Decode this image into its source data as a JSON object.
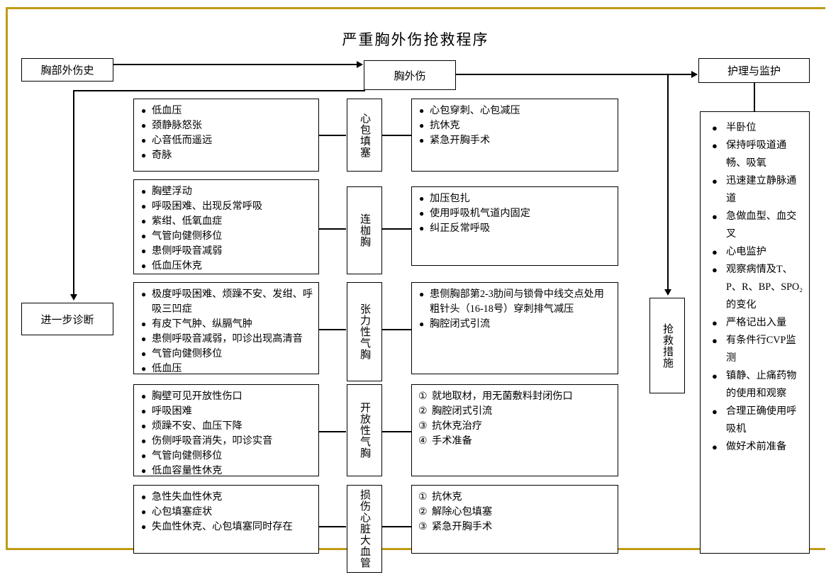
{
  "page": {
    "title": "严重胸外伤抢救程序",
    "frame_color": "#bf9c16"
  },
  "nodes": {
    "history": "胸部外伤史",
    "chest_trauma": "胸外伤",
    "further_diagnosis": "进一步诊断",
    "rescue_measures": "抢救措施",
    "nursing_header": "护理与监护"
  },
  "rows": [
    {
      "category": "心包填塞",
      "symptoms": [
        "低血压",
        "颈静脉怒张",
        "心音低而遥远",
        "奇脉"
      ],
      "symptom_marker": "bullet",
      "treatments": [
        "心包穿刺、心包减压",
        "抗休克",
        "紧急开胸手术"
      ],
      "treatment_marker": "bullet"
    },
    {
      "category": "连枷胸",
      "symptoms": [
        "胸壁浮动",
        "呼吸困难、出现反常呼吸",
        "紫绀、低氧血症",
        "气管向健侧移位",
        "患侧呼吸音减弱",
        "低血压休克"
      ],
      "symptom_marker": "bullet",
      "treatments": [
        "加压包扎",
        "使用呼吸机气道内固定",
        "纠正反常呼吸"
      ],
      "treatment_marker": "bullet"
    },
    {
      "category": "张力性气胸",
      "symptoms": [
        "极度呼吸困难、烦躁不安、发绀、呼吸三凹症",
        "有皮下气肿、纵膈气肿",
        "患侧呼吸音减弱，叩诊出现高清音",
        "气管向健侧移位",
        "低血压"
      ],
      "symptom_marker": "bullet",
      "treatments": [
        "患侧胸部第2-3肋间与锁骨中线交点处用粗针头（16-18号）穿刺排气减压",
        "胸腔闭式引流"
      ],
      "treatment_marker": "bullet"
    },
    {
      "category": "开放性气胸",
      "symptoms": [
        "胸壁可见开放性伤口",
        "呼吸困难",
        "烦躁不安、血压下降",
        "伤侧呼吸音消失，叩诊实音",
        "气管向健侧移位",
        "低血容量性休克"
      ],
      "symptom_marker": "bullet",
      "treatments": [
        "就地取材，用无菌敷料封闭伤口",
        "胸腔闭式引流",
        "抗休克治疗",
        "手术准备"
      ],
      "treatment_marker": "circled",
      "treatment_numbers": [
        "①",
        "②",
        "③",
        "④"
      ]
    },
    {
      "category": "心脏大血管损伤",
      "category_lines": [
        "心脏大血管",
        "损伤"
      ],
      "symptoms": [
        "急性失血性休克",
        "心包填塞症状",
        "失血性休克、心包填塞同时存在"
      ],
      "symptom_marker": "bullet",
      "treatments": [
        "抗休克",
        "解除心包填塞",
        "紧急开胸手术"
      ],
      "treatment_marker": "circled",
      "treatment_numbers": [
        "①",
        "②",
        "③"
      ]
    }
  ],
  "nursing_items": [
    "半卧位",
    "保持呼吸道通畅、吸氧",
    "迅速建立静脉通道",
    "急做血型、血交叉",
    "心电监护",
    "观察病情及T、P、R、BP、SPO₂的变化",
    "严格记出入量",
    "有条件行CVP监测",
    "镇静、止痛药物的使用和观察",
    "合理正确使用呼吸机",
    "做好术前准备"
  ],
  "markers": {
    "bullet": "●"
  }
}
